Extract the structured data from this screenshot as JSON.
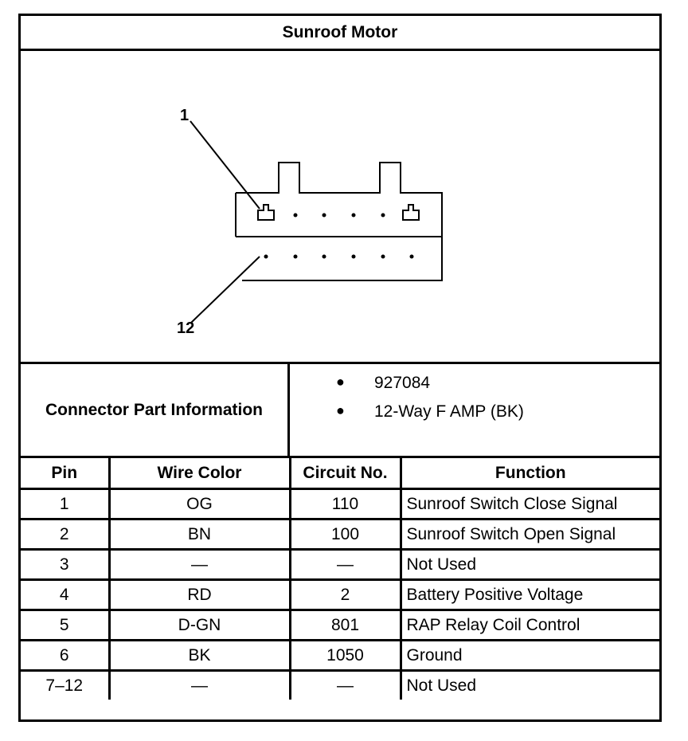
{
  "title": "Sunroof Motor",
  "diagram": {
    "callout_top": "1",
    "callout_bottom": "12"
  },
  "connector": {
    "label": "Connector Part Information",
    "items": [
      "927084",
      "12-Way F AMP (BK)"
    ]
  },
  "table": {
    "headers": [
      "Pin",
      "Wire Color",
      "Circuit No.",
      "Function"
    ],
    "rows": [
      [
        "1",
        "OG",
        "110",
        "Sunroof Switch Close Signal"
      ],
      [
        "2",
        "BN",
        "100",
        "Sunroof Switch Open Signal"
      ],
      [
        "3",
        "—",
        "—",
        "Not Used"
      ],
      [
        "4",
        "RD",
        "2",
        "Battery Positive Voltage"
      ],
      [
        "5",
        "D-GN",
        "801",
        "RAP Relay Coil Control"
      ],
      [
        "6",
        "BK",
        "1050",
        "Ground"
      ],
      [
        "7–12",
        "—",
        "—",
        "Not Used"
      ]
    ]
  }
}
